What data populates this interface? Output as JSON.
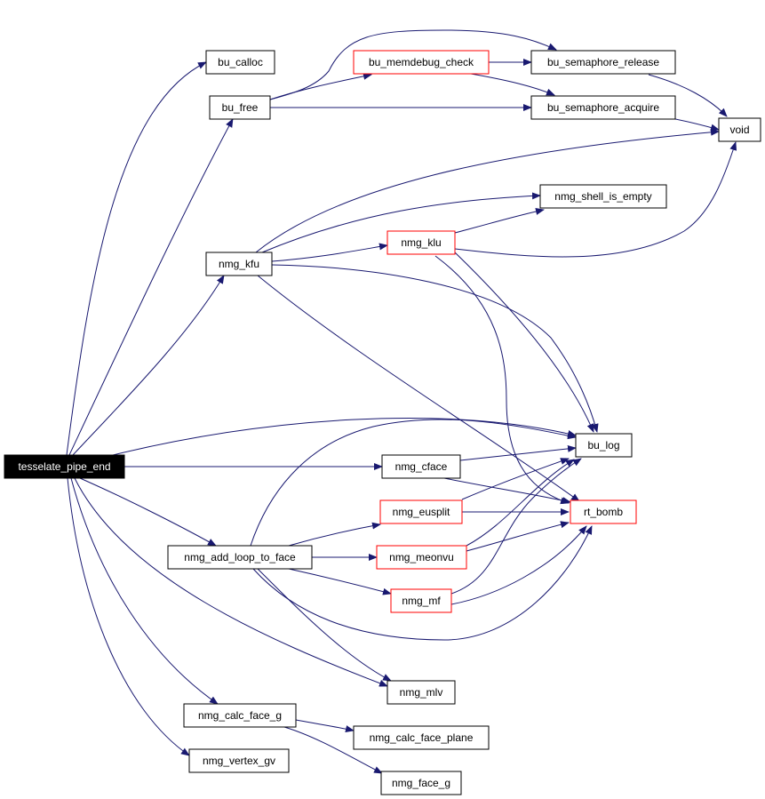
{
  "colors": {
    "edge": "#191970",
    "link_border": "#ff0000",
    "node_border": "#000000",
    "root_fill": "#000000",
    "root_text": "#ffffff"
  },
  "nodes": {
    "tesselate_pipe_end": "tesselate_pipe_end",
    "bu_calloc": "bu_calloc",
    "bu_free": "bu_free",
    "bu_memdebug_check": "bu_memdebug_check",
    "bu_semaphore_release": "bu_semaphore_release",
    "bu_semaphore_acquire": "bu_semaphore_acquire",
    "void": "void",
    "nmg_shell_is_empty": "nmg_shell_is_empty",
    "nmg_kfu": "nmg_kfu",
    "nmg_klu": "nmg_klu",
    "bu_log": "bu_log",
    "nmg_cface": "nmg_cface",
    "nmg_eusplit": "nmg_eusplit",
    "rt_bomb": "rt_bomb",
    "nmg_add_loop_to_face": "nmg_add_loop_to_face",
    "nmg_meonvu": "nmg_meonvu",
    "nmg_mf": "nmg_mf",
    "nmg_mlv": "nmg_mlv",
    "nmg_calc_face_g": "nmg_calc_face_g",
    "nmg_calc_face_plane": "nmg_calc_face_plane",
    "nmg_vertex_gv": "nmg_vertex_gv",
    "nmg_face_g": "nmg_face_g"
  },
  "edges": [
    [
      "tesselate_pipe_end",
      "bu_calloc"
    ],
    [
      "tesselate_pipe_end",
      "bu_free"
    ],
    [
      "tesselate_pipe_end",
      "nmg_kfu"
    ],
    [
      "tesselate_pipe_end",
      "bu_log"
    ],
    [
      "tesselate_pipe_end",
      "nmg_cface"
    ],
    [
      "tesselate_pipe_end",
      "nmg_add_loop_to_face"
    ],
    [
      "tesselate_pipe_end",
      "nmg_mlv"
    ],
    [
      "tesselate_pipe_end",
      "nmg_calc_face_g"
    ],
    [
      "tesselate_pipe_end",
      "nmg_vertex_gv"
    ],
    [
      "bu_free",
      "bu_memdebug_check"
    ],
    [
      "bu_free",
      "bu_semaphore_release"
    ],
    [
      "bu_free",
      "bu_semaphore_acquire"
    ],
    [
      "bu_memdebug_check",
      "bu_semaphore_release"
    ],
    [
      "bu_memdebug_check",
      "bu_semaphore_acquire"
    ],
    [
      "bu_semaphore_release",
      "void"
    ],
    [
      "bu_semaphore_acquire",
      "void"
    ],
    [
      "nmg_kfu",
      "void"
    ],
    [
      "nmg_kfu",
      "nmg_shell_is_empty"
    ],
    [
      "nmg_kfu",
      "nmg_klu"
    ],
    [
      "nmg_kfu",
      "bu_log"
    ],
    [
      "nmg_kfu",
      "rt_bomb"
    ],
    [
      "nmg_klu",
      "nmg_shell_is_empty"
    ],
    [
      "nmg_klu",
      "void"
    ],
    [
      "nmg_klu",
      "bu_log"
    ],
    [
      "nmg_klu",
      "rt_bomb"
    ],
    [
      "nmg_cface",
      "bu_log"
    ],
    [
      "nmg_cface",
      "rt_bomb"
    ],
    [
      "nmg_add_loop_to_face",
      "nmg_eusplit"
    ],
    [
      "nmg_add_loop_to_face",
      "nmg_meonvu"
    ],
    [
      "nmg_add_loop_to_face",
      "nmg_mf"
    ],
    [
      "nmg_add_loop_to_face",
      "bu_log"
    ],
    [
      "nmg_add_loop_to_face",
      "rt_bomb"
    ],
    [
      "nmg_add_loop_to_face",
      "nmg_mlv"
    ],
    [
      "nmg_eusplit",
      "bu_log"
    ],
    [
      "nmg_eusplit",
      "rt_bomb"
    ],
    [
      "nmg_meonvu",
      "bu_log"
    ],
    [
      "nmg_meonvu",
      "rt_bomb"
    ],
    [
      "nmg_mf",
      "bu_log"
    ],
    [
      "nmg_mf",
      "rt_bomb"
    ],
    [
      "nmg_calc_face_g",
      "nmg_calc_face_plane"
    ],
    [
      "nmg_calc_face_g",
      "nmg_face_g"
    ]
  ]
}
